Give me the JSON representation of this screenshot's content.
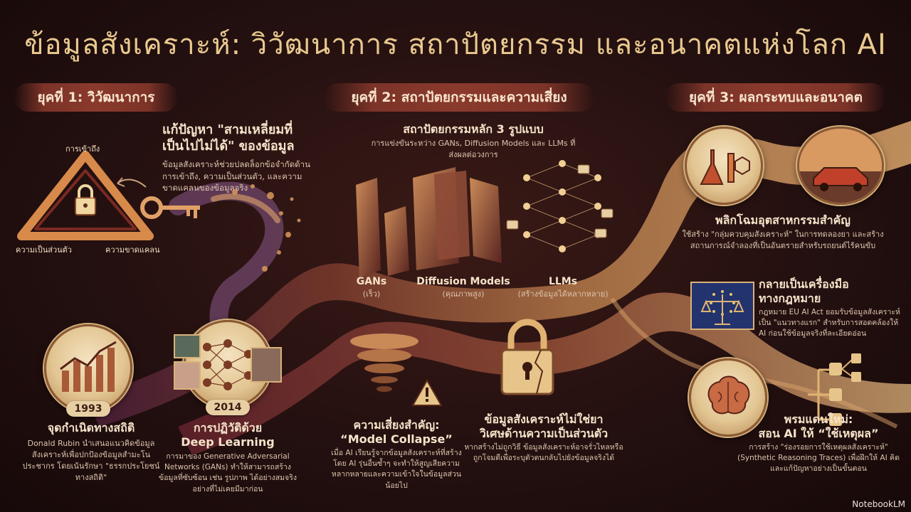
{
  "title": "ข้อมูลสังเคราะห์: วิวัฒนาการ สถาปัตยกรรม และอนาคตแห่งโลก AI",
  "eras": [
    {
      "label": "ยุคที่ 1: วิวัฒนาการ"
    },
    {
      "label": "ยุคที่ 2: สถาปัตยกรรมและความเสี่ยง"
    },
    {
      "label": "ยุคที่ 3: ผลกระทบและอนาคต"
    }
  ],
  "triangle": {
    "top_label": "การเข้าถึง",
    "left_label": "ความเป็นส่วนตัว",
    "right_label": "ความขาดแคลน"
  },
  "trilemma": {
    "heading_line1": "แก้ปัญหา \"สามเหลี่ยมที่",
    "heading_line2": "เป็นไปไม่ได้\" ของข้อมูล",
    "body": "ข้อมูลสังเคราะห์ช่วยปลดล็อกข้อจำกัดด้านการเข้าถึง, ความเป็นส่วนตัว, และความขาดแคลนของข้อมูลจริง"
  },
  "milestone_1993": {
    "year": "1993",
    "heading": "จุดกำเนิดทางสถิติ",
    "body": "Donald Rubin นำเสนอแนวคิดข้อมูลสังเคราะห์เพื่อปกป้องข้อมูลสำมะโนประชากร โดยเน้นรักษา \"ธรรกประโยชน์ทางสถิติ\""
  },
  "milestone_2014": {
    "year": "2014",
    "heading_line1": "การปฏิวัติด้วย",
    "heading_line2": "Deep Learning",
    "body": "การมาของ Generative Adversarial Networks (GANs) ทำให้สามารถสร้างข้อมูลที่ซับซ้อน เช่น รูปภาพ ได้อย่างสมจริงอย่างที่ไม่เคยมีมาก่อน"
  },
  "architecture": {
    "heading": "สถาปัตยกรรมหลัก 3 รูปแบบ",
    "subtitle": "การแข่งขันระหว่าง GANs, Diffusion Models และ LLMs ที่ส่งผลต่อวงการ",
    "models": [
      {
        "name": "GANs",
        "note": "(เร็ว)"
      },
      {
        "name": "Diffusion Models",
        "note": "(คุณภาพสูง)"
      },
      {
        "name": "LLMs",
        "note": "(สร้างข้อมูลได้หลากหลาย)"
      }
    ]
  },
  "risk": {
    "heading_line1": "ความเสี่ยงสำคัญ:",
    "heading_line2": "“Model Collapse”",
    "body": "เมื่อ AI เรียนรู้จากข้อมูลสังเคราะห์ที่สร้างโดย AI รุ่นอื่นซ้ำๆ จะทำให้สูญเสียความหลากหลายและความเข้าใจในข้อมูลส่วนน้อยไป"
  },
  "privacy": {
    "heading_line1": "ข้อมูลสังเคราะห์ไม่ใช่ยา",
    "heading_line2": "วิเศษด้านความเป็นส่วนตัว",
    "body": "หากสร้างไม่ถูกวิธี ข้อมูลสังเคราะห์อาจรั่วไหลหรือถูกโจมตีเพื่อระบุตัวตนกลับไปยังข้อมูลจริงได้"
  },
  "industry": {
    "heading": "พลิกโฉมอุตสาหกรรมสำคัญ",
    "body": "ใช้สร้าง \"กลุ่มควบคุมสังเคราะห์\" ในการทดลองยา และสร้างสถานการณ์จำลองที่เป็นอันตรายสำหรับรถยนต์ไร้คนขับ"
  },
  "legal": {
    "heading_line1": "กลายเป็นเครื่องมือ",
    "heading_line2": "ทางกฎหมาย",
    "body": "กฎหมาย EU AI Act ยอมรับข้อมูลสังเคราะห์เป็น \"แนวทางแรก\" สำหรับการสอดคล้องให้ AI ก่อนใช้ข้อมูลจริงที่ละเอียดอ่อน"
  },
  "frontier": {
    "heading_line1": "พรมแดนใหม่:",
    "heading_line2": "สอน AI ให้ “ใช้เหตุผล”",
    "body": "การสร้าง \"ร่องรอยการใช้เหตุผลสังเคราะห์\" (Synthetic Reasoning Traces) เพื่อฝึกให้ AI คิดและแก้ปัญหาอย่างเป็นขั้นตอน"
  },
  "brand": "NotebookLM",
  "colors": {
    "background": "#241010",
    "gold": "#e9c98f",
    "accent": "#8a3a2c",
    "stream": "#a8623c"
  }
}
